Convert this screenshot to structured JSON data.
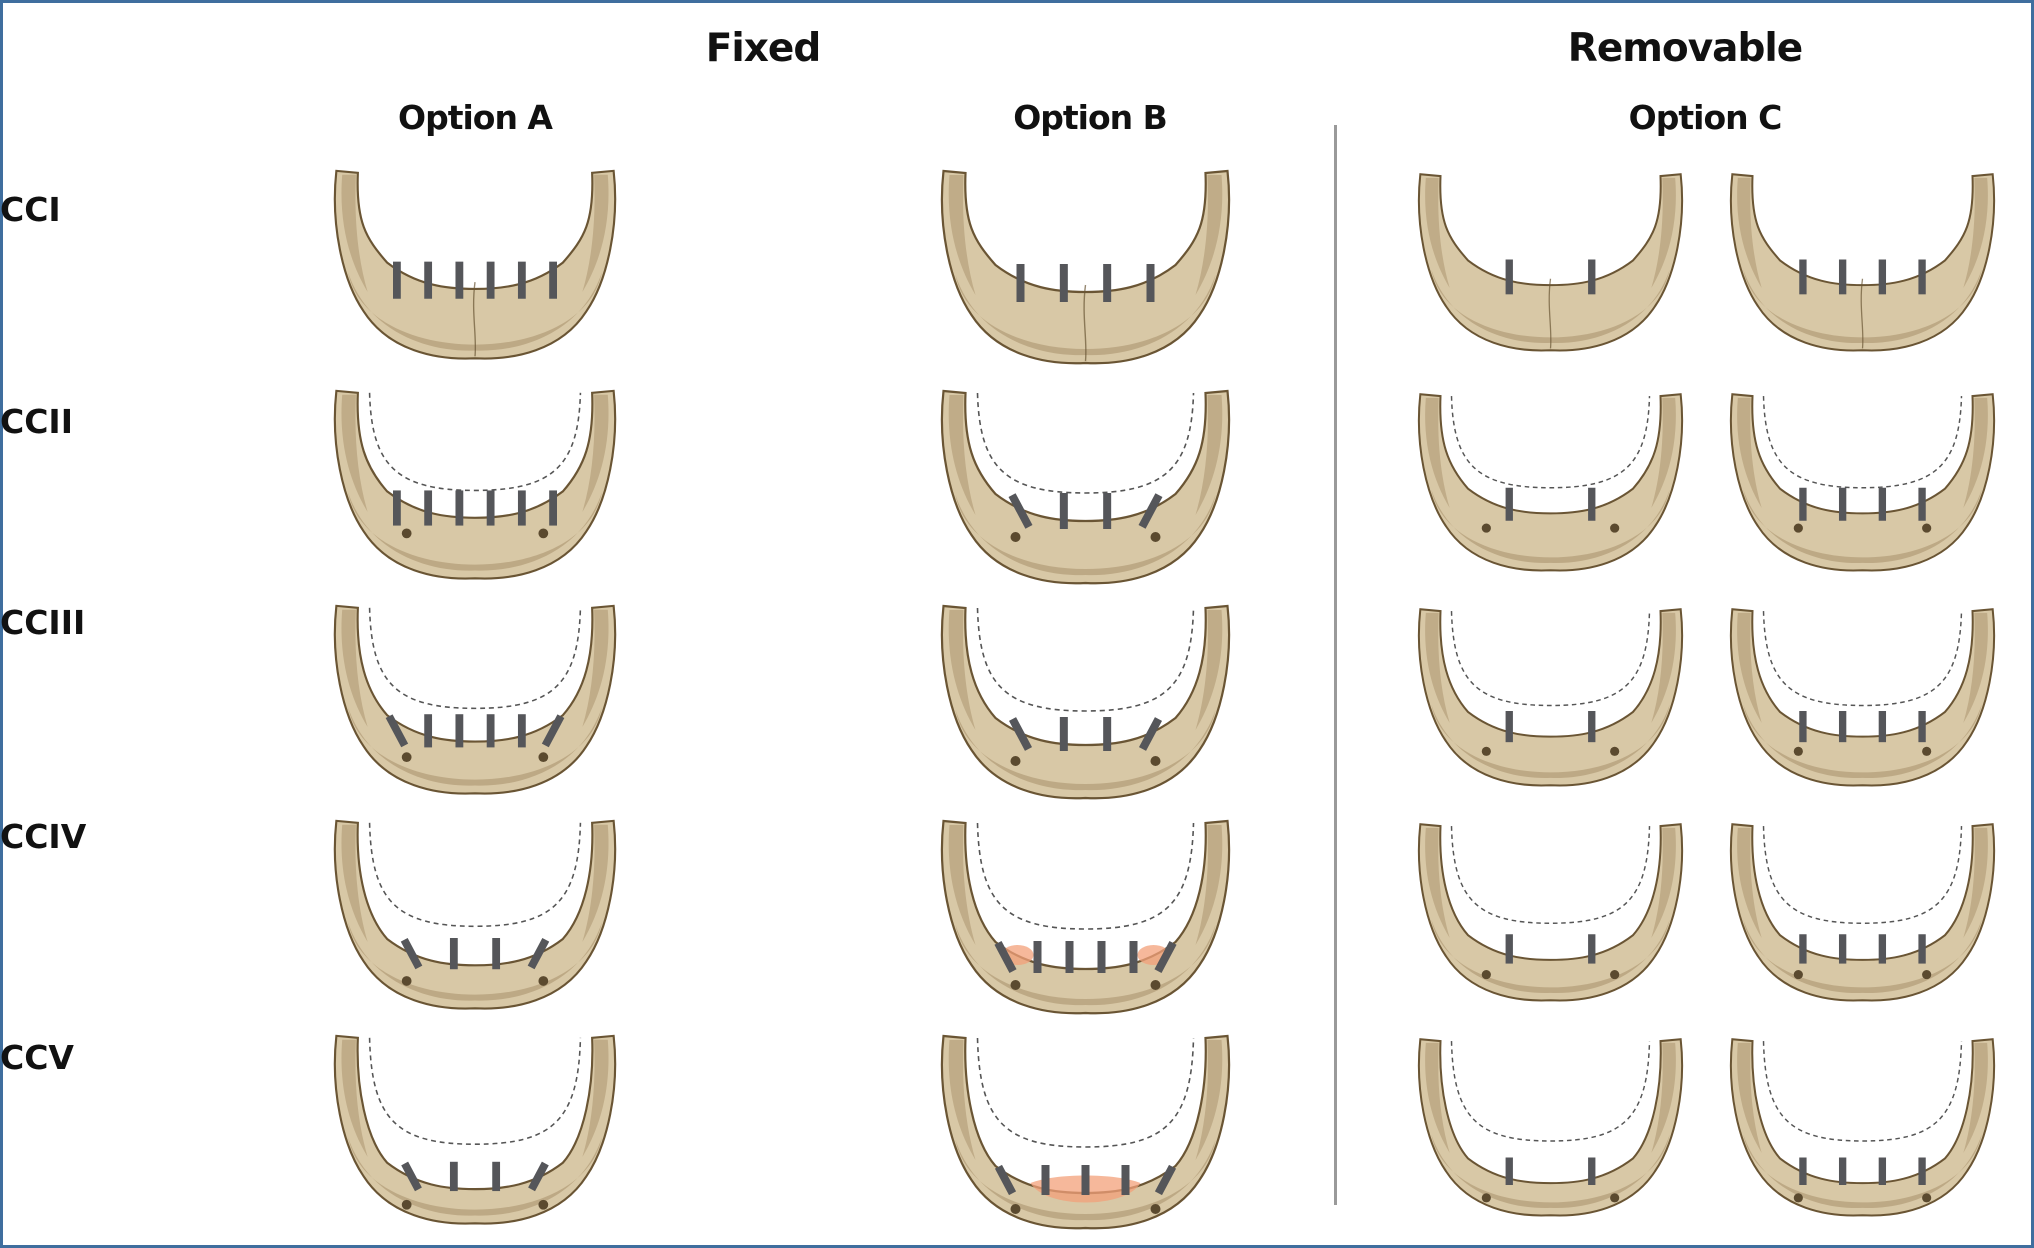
{
  "headers": {
    "fixed": "Fixed",
    "removable": "Removable",
    "option_a": "Option A",
    "option_b": "Option B",
    "option_c": "Option C"
  },
  "rows": [
    {
      "label": "CCI",
      "resorption": 0
    },
    {
      "label": "CCII",
      "resorption": 1
    },
    {
      "label": "CCIII",
      "resorption": 2
    },
    {
      "label": "CCIV",
      "resorption": 3
    },
    {
      "label": "CCV",
      "resorption": 4
    }
  ],
  "implant_counts": {
    "option_a": [
      6,
      6,
      6,
      4,
      4
    ],
    "option_b": [
      4,
      4,
      4,
      6,
      5
    ],
    "option_c_left": [
      2,
      2,
      2,
      2,
      2
    ],
    "option_c_right": [
      4,
      4,
      4,
      4,
      4
    ]
  },
  "graft_rows_option_b": [
    "CCIV",
    "CCV"
  ],
  "colors": {
    "bone": "#d8c8a6",
    "bone_shadow": "#a8906a",
    "outline": "#6a5534",
    "implant": "#55565a",
    "graft": "#f3a07a",
    "divider": "#9a9a9a",
    "frame": "#3f6e9e"
  }
}
